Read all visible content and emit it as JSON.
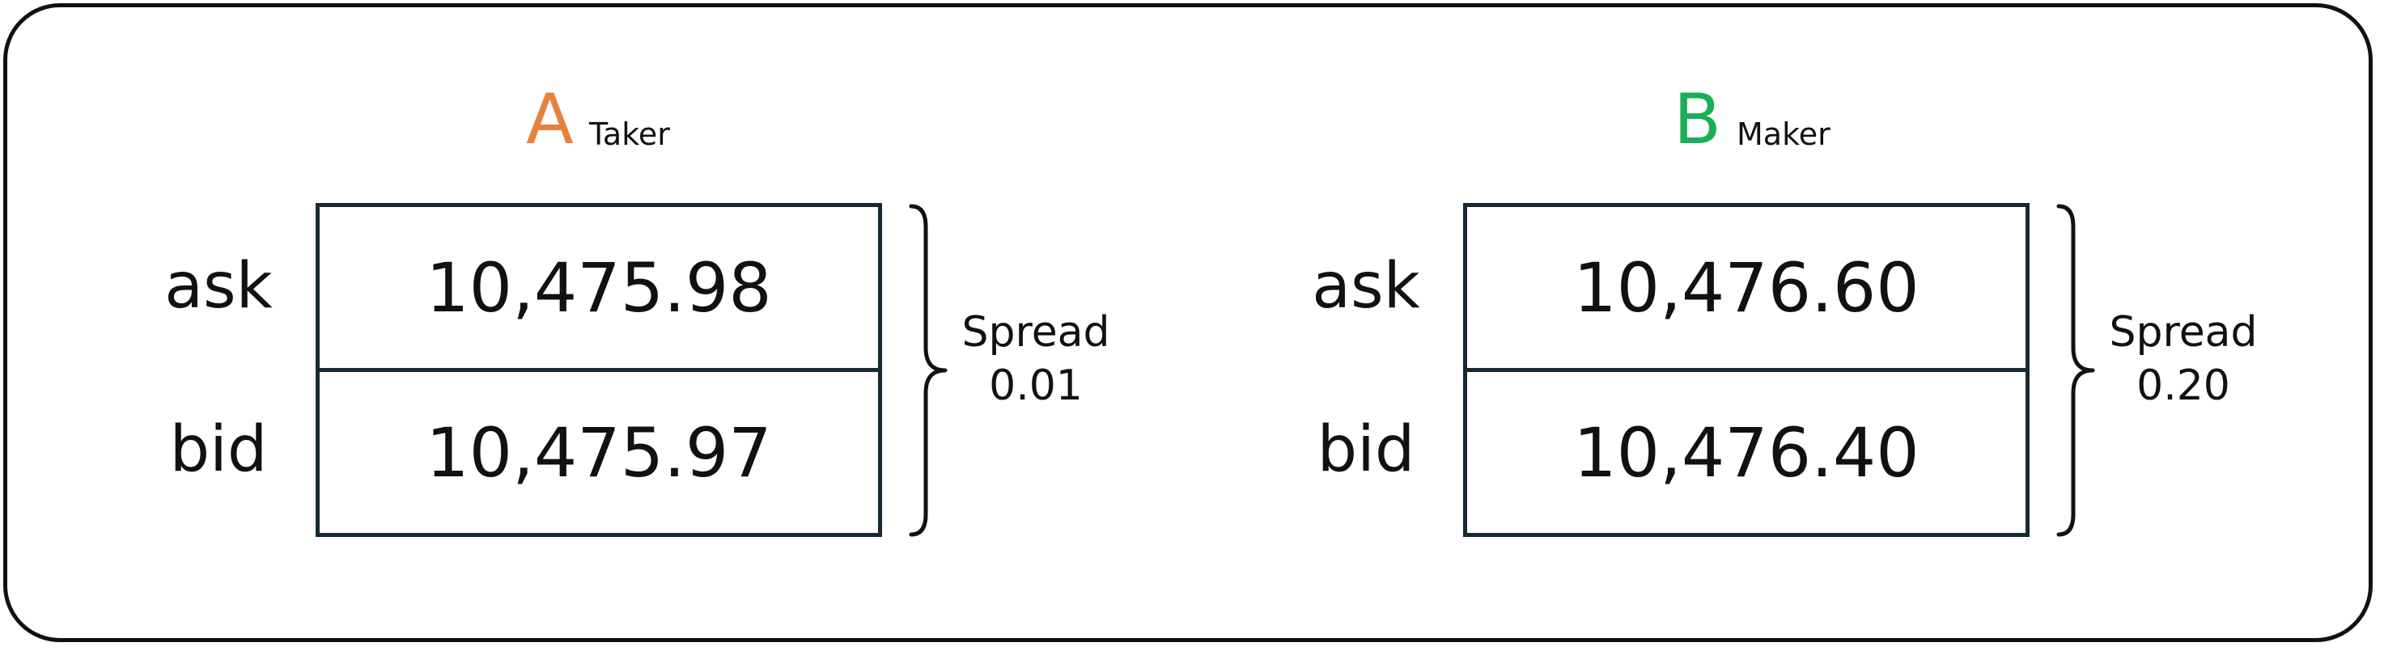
{
  "colors": {
    "taker_letter": "#e8803e",
    "maker_letter": "#1aae57",
    "box_border": "#152a33",
    "frame_border": "#111111"
  },
  "panels": [
    {
      "letter": "A",
      "role": "Taker",
      "ask_label": "ask",
      "bid_label": "bid",
      "ask_value": "10,475.98",
      "bid_value": "10,475.97",
      "spread_label": "Spread",
      "spread_value": "0.01"
    },
    {
      "letter": "B",
      "role": "Maker",
      "ask_label": "ask",
      "bid_label": "bid",
      "ask_value": "10,476.60",
      "bid_value": "10,476.40",
      "spread_label": "Spread",
      "spread_value": "0.20"
    }
  ]
}
